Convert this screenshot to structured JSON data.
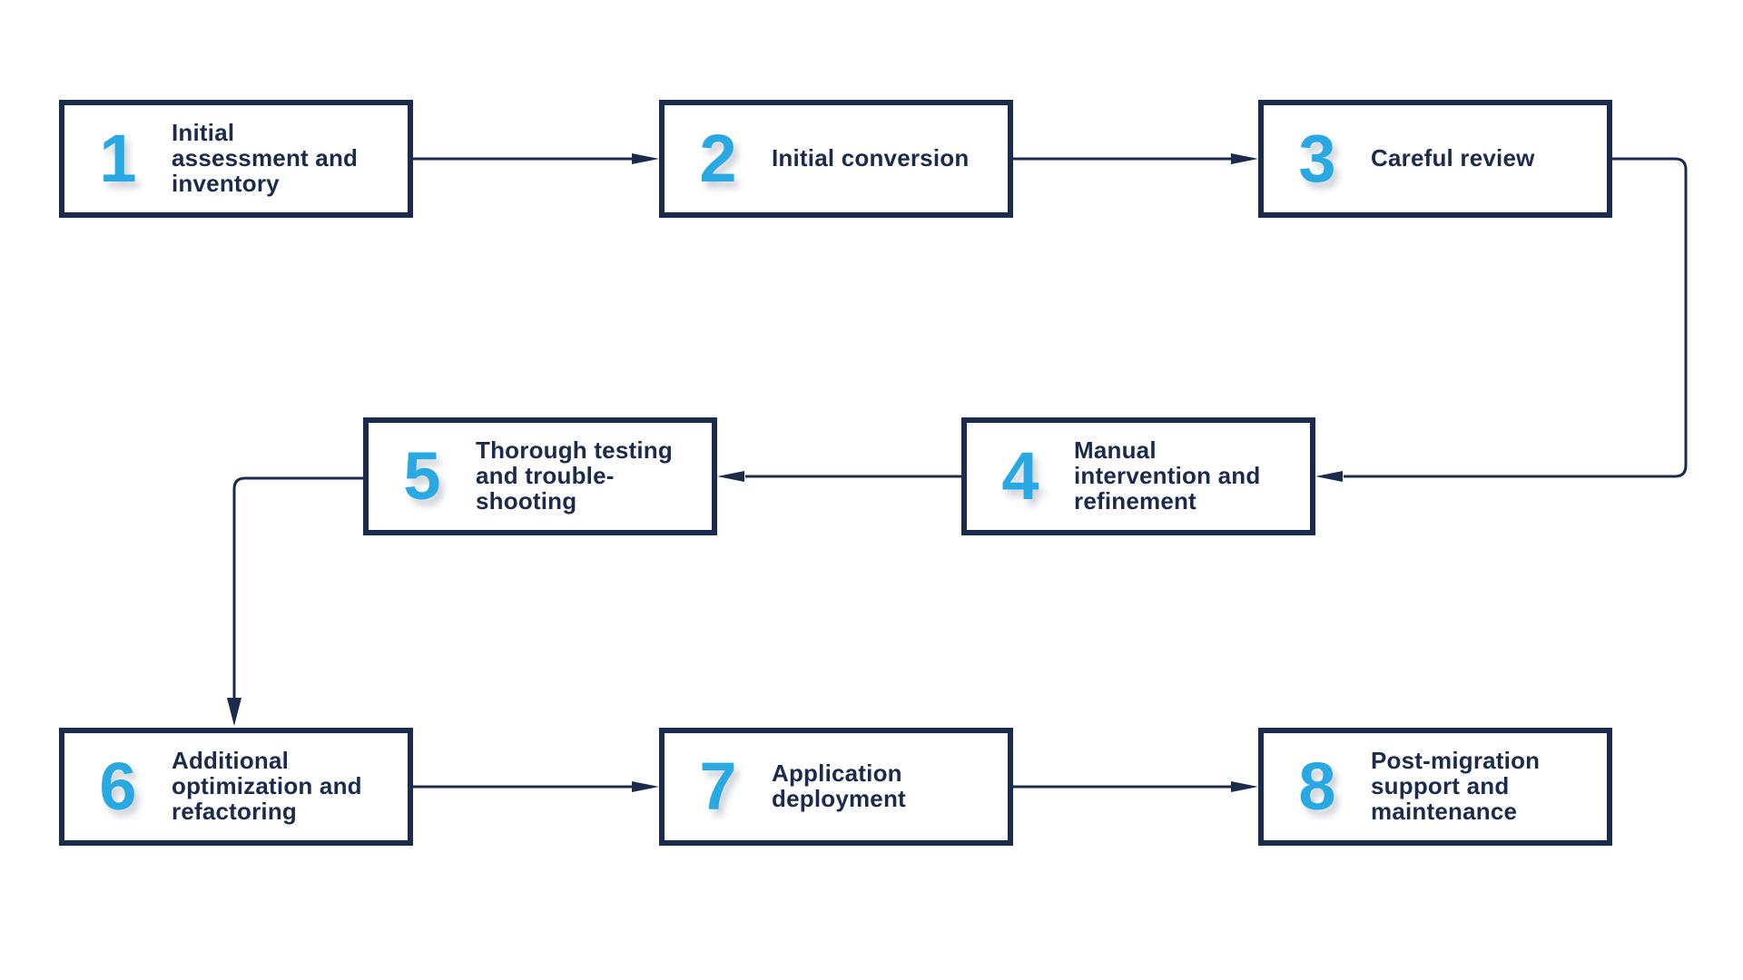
{
  "colors": {
    "accent_blue": "#29a9e3",
    "navy": "#1b2b4d",
    "background": "#ffffff"
  },
  "steps": [
    {
      "number": "1",
      "label": "Initial\nassessment and\ninventory"
    },
    {
      "number": "2",
      "label": "Initial conversion"
    },
    {
      "number": "3",
      "label": "Careful review"
    },
    {
      "number": "4",
      "label": "Manual\nintervention and\nrefinement"
    },
    {
      "number": "5",
      "label": "Thorough testing\nand trouble-\nshooting"
    },
    {
      "number": "6",
      "label": "Additional\noptimization and\nrefactoring"
    },
    {
      "number": "7",
      "label": "Application\ndeployment"
    },
    {
      "number": "8",
      "label": "Post-migration\nsupport and\nmaintenance"
    }
  ],
  "flow": {
    "type": "flowchart",
    "sequence": [
      "1 -> 2",
      "2 -> 3",
      "3 -> 4",
      "4 -> 5",
      "5 -> 6",
      "6 -> 7",
      "7 -> 8"
    ]
  }
}
